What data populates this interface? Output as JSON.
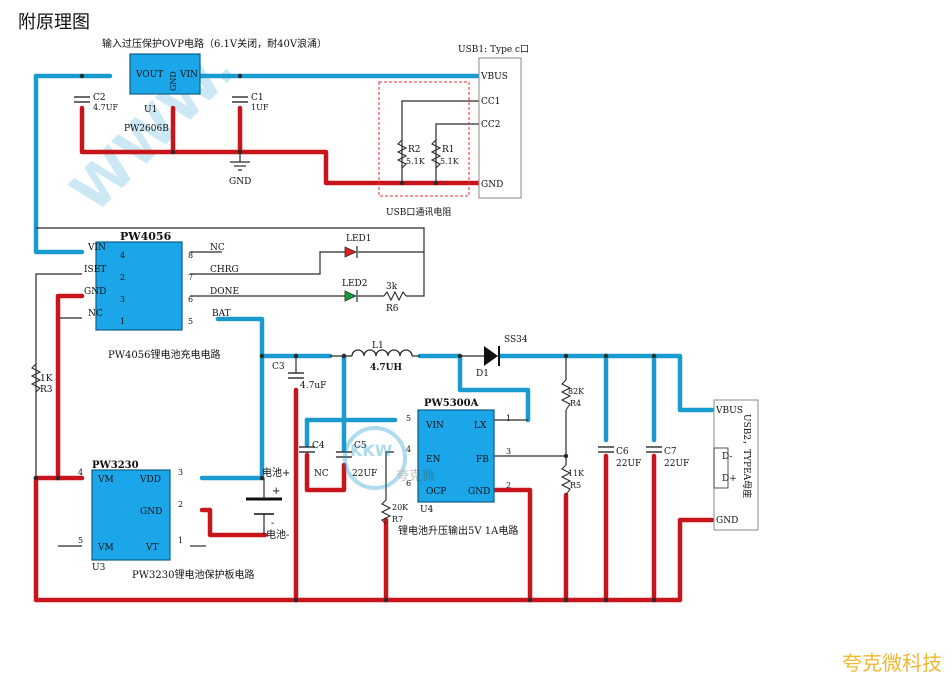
{
  "page_title": "附原理图",
  "brand": "夸克微科技",
  "watermark_text": "WWW.",
  "watermark_logo": "KKW",
  "watermark_logo_cn": "夸克微",
  "colors": {
    "wire": "#2a2a2a",
    "gnd_trace": "#c8141b",
    "pos_trace": "#1a9bd0",
    "chip_fill": "#1aa6e8",
    "chip_stroke": "#0d5f85",
    "led_red": "#e02020",
    "led_green": "#18a040",
    "dashed_box": "#e03030",
    "brand": "#f2b830"
  },
  "ovp": {
    "caption": "输入过压保护OVP电路（6.1V关闭，耐40V浪涌）",
    "chip_ref": "U1",
    "chip_part": "PW2606B",
    "pin_vout": "VOUT",
    "pin_gnd": "GND",
    "pin_vin": "VIN",
    "c2_ref": "C2",
    "c2_val": "4.7UF",
    "c1_ref": "C1",
    "c1_val": "1UF",
    "gnd_label": "GND"
  },
  "usb1": {
    "title": "USB1: Type c口",
    "pins": [
      "VBUS",
      "CC1",
      "CC2",
      "GND"
    ],
    "r2_ref": "R2",
    "r2_val": "5.1K",
    "r1_ref": "R1",
    "r1_val": "5.1K",
    "box_caption": "USB口通讯电阻"
  },
  "pw4056": {
    "part": "PW4056",
    "left_labels": [
      "VIN",
      "ISET",
      "GND",
      "NC"
    ],
    "left_nums": [
      "4",
      "2",
      "3",
      "1"
    ],
    "right_labels": [
      "NC",
      "CHRG",
      "DONE",
      "BAT"
    ],
    "right_nums": [
      "8",
      "7",
      "6",
      "5"
    ],
    "led1": "LED1",
    "led2": "LED2",
    "r6_val": "3k",
    "r6_ref": "R6",
    "r3_val": "1K",
    "r3_ref": "R3",
    "caption": "PW4056锂电池充电电路"
  },
  "pw3230": {
    "part": "PW3230",
    "ref": "U3",
    "left_labels": [
      "VM",
      "VM"
    ],
    "left_nums": [
      "4",
      "5"
    ],
    "right_labels": [
      "VDD",
      "GND",
      "VT"
    ],
    "right_nums": [
      "3",
      "2",
      "1"
    ],
    "caption": "PW3230锂电池保护板电路",
    "bat_pos": "电池+",
    "bat_neg": "电池-",
    "plus": "+",
    "minus": "-"
  },
  "boost": {
    "part": "PW5300A",
    "ref": "U4",
    "left_labels": [
      "VIN",
      "EN",
      "OCP"
    ],
    "left_nums": [
      "5",
      "4",
      "6"
    ],
    "right_labels": [
      "LX",
      "FB",
      "GND"
    ],
    "right_nums": [
      "1",
      "3",
      "2"
    ],
    "c3_ref": "C3",
    "c3_val": "4.7uF",
    "c4_ref": "C4",
    "c4_val": "NC",
    "c5_ref": "C5",
    "c5_val": "22UF",
    "l1_ref": "L1",
    "l1_val": "4.7UH",
    "d1_part": "SS34",
    "d1_ref": "D1",
    "r4_val": "82K",
    "r4_ref": "R4",
    "r5_val": "11K",
    "r5_ref": "R5",
    "r7_val": "20K",
    "r7_ref": "R7",
    "c6_ref": "C6",
    "c6_val": "22UF",
    "c7_ref": "C7",
    "c7_val": "22UF",
    "caption": "锂电池升压输出5V 1A电路"
  },
  "usb2": {
    "title": "USB2，TYPEA母座",
    "pins": [
      "VBUS",
      "D-",
      "D+",
      "GND"
    ]
  }
}
